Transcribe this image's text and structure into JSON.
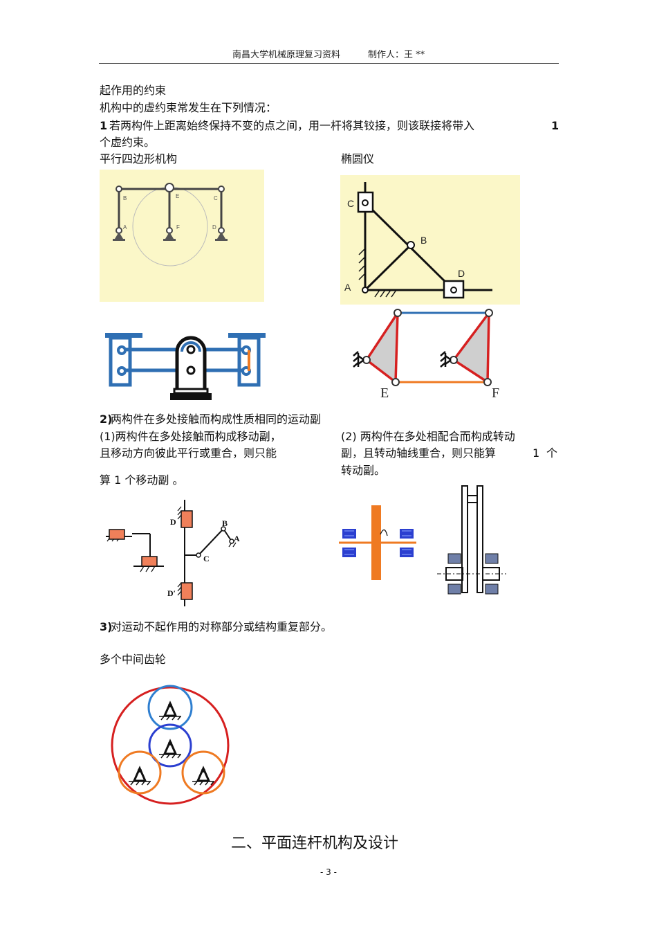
{
  "header": {
    "left": "南昌大学机械原理复习资料",
    "right": "制作人：王 **"
  },
  "lines": {
    "l1": "起作用的约束",
    "l2": "机构中的虚约束常发生在下列情况：",
    "l3_num": "1",
    "l3_text": "若两构件上距离始终保持不变的点之间，用一杆将其铰接，则该联接将带入",
    "l3_tail": "1",
    "l4": "个虚约束。",
    "cap_left": "平行四边形机构",
    "cap_right": "椭圆仪",
    "s2_num": "2)",
    "s2_text": "两构件在多处接触而构成性质相同的运动副",
    "c1_a": "(1)两构件在多处接触而构成移动副，",
    "c1_b": "且移动方向彼此平行或重合，则只能",
    "c1_c": "算 1 个移动副 。",
    "c2_a": "(2) 两构件在多处相配合而构成转动",
    "c2_b": "副，且转动轴线重合，则只能算",
    "c2_b_num": "1",
    "c2_b_tail": "个",
    "c2_c": "转动副。",
    "s3_num": "3)",
    "s3_text": "对运动不起作用的对称部分或结构重复部分。",
    "gears_caption": "多个中间齿轮",
    "section_title": "二、平面连杆机构及设计",
    "page_number": "- 3 -"
  },
  "figure_labels": {
    "parallelogram": [
      "B",
      "E",
      "C",
      "A",
      "F",
      "D"
    ],
    "ellipsograph": [
      "C",
      "B",
      "A",
      "D"
    ],
    "linkage_ef": [
      "E",
      "F"
    ],
    "sliders": [
      "D",
      "B",
      "A",
      "C",
      "D′"
    ]
  },
  "colors": {
    "panel_bg": "#fbf7c8",
    "blue": "#2f6fb3",
    "orange": "#ef7a22",
    "red": "#d62020",
    "gear_blue": "#2b3fd0",
    "slider_fill": "#f0805a"
  }
}
